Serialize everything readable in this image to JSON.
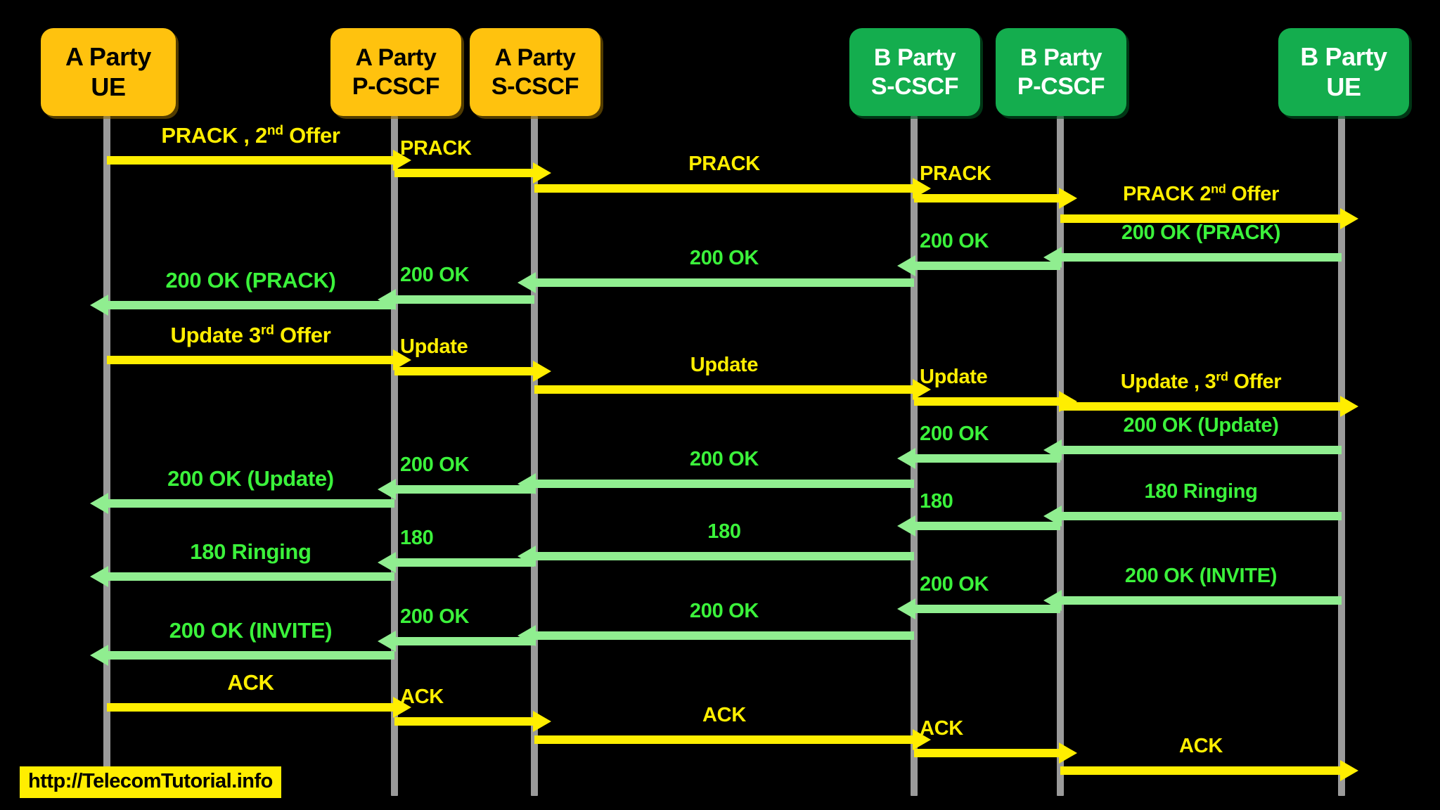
{
  "diagram": {
    "title": "IMS SIP Call Flow - PRACK / UPDATE / 180 / 200 OK / ACK",
    "background_color": "#000000",
    "lifeline_color": "#9a9a9a",
    "request_color": "#ffee00",
    "response_color": "#90ee90",
    "a_party_box_color": "#ffc20e",
    "b_party_box_color": "#14ad4e"
  },
  "actors": [
    {
      "id": "a-ue",
      "line1": "A Party",
      "line2": "UE",
      "side": "a"
    },
    {
      "id": "a-pcscf",
      "line1": "A Party",
      "line2": "P-CSCF",
      "side": "a"
    },
    {
      "id": "a-scscf",
      "line1": "A Party",
      "line2": "S-CSCF",
      "side": "a"
    },
    {
      "id": "b-scscf",
      "line1": "B Party",
      "line2": "S-CSCF",
      "side": "b"
    },
    {
      "id": "b-pcscf",
      "line1": "B Party",
      "line2": "P-CSCF",
      "side": "b"
    },
    {
      "id": "b-ue",
      "line1": "B Party",
      "line2": "UE",
      "side": "b"
    }
  ],
  "messages": [
    {
      "id": "m01",
      "text": "PRACK , 2",
      "sup": "nd",
      "text_after": " Offer",
      "kind": "request",
      "from": "a-ue",
      "to": "a-pcscf"
    },
    {
      "id": "m02",
      "text": "PRACK",
      "kind": "request",
      "from": "a-pcscf",
      "to": "a-scscf"
    },
    {
      "id": "m03",
      "text": "PRACK",
      "kind": "request",
      "from": "a-scscf",
      "to": "b-scscf"
    },
    {
      "id": "m04",
      "text": "PRACK",
      "kind": "request",
      "from": "b-scscf",
      "to": "b-pcscf"
    },
    {
      "id": "m05",
      "text": "PRACK 2",
      "sup": "nd",
      "text_after": " Offer",
      "kind": "request",
      "from": "b-pcscf",
      "to": "b-ue"
    },
    {
      "id": "m06",
      "text": "200 OK (PRACK)",
      "kind": "response",
      "from": "b-ue",
      "to": "b-pcscf"
    },
    {
      "id": "m07",
      "text": "200 OK",
      "kind": "response",
      "from": "b-pcscf",
      "to": "b-scscf"
    },
    {
      "id": "m08",
      "text": "200 OK",
      "kind": "response",
      "from": "b-scscf",
      "to": "a-scscf"
    },
    {
      "id": "m09",
      "text": "200 OK",
      "kind": "response",
      "from": "a-scscf",
      "to": "a-pcscf"
    },
    {
      "id": "m10",
      "text": "200 OK (PRACK)",
      "kind": "response",
      "from": "a-pcscf",
      "to": "a-ue"
    },
    {
      "id": "m11",
      "text": "Update 3",
      "sup": "rd",
      "text_after": " Offer",
      "kind": "request",
      "from": "a-ue",
      "to": "a-pcscf"
    },
    {
      "id": "m12",
      "text": "Update",
      "kind": "request",
      "from": "a-pcscf",
      "to": "a-scscf"
    },
    {
      "id": "m13",
      "text": "Update",
      "kind": "request",
      "from": "a-scscf",
      "to": "b-scscf"
    },
    {
      "id": "m14",
      "text": "Update",
      "kind": "request",
      "from": "b-scscf",
      "to": "b-pcscf"
    },
    {
      "id": "m15",
      "text": "Update , 3",
      "sup": "rd",
      "text_after": " Offer",
      "kind": "request",
      "from": "b-pcscf",
      "to": "b-ue"
    },
    {
      "id": "m16",
      "text": "200 OK (Update)",
      "kind": "response",
      "from": "b-ue",
      "to": "b-pcscf"
    },
    {
      "id": "m17",
      "text": "200 OK",
      "kind": "response",
      "from": "b-pcscf",
      "to": "b-scscf"
    },
    {
      "id": "m18",
      "text": "200 OK",
      "kind": "response",
      "from": "b-scscf",
      "to": "a-scscf"
    },
    {
      "id": "m19",
      "text": "200 OK",
      "kind": "response",
      "from": "a-scscf",
      "to": "a-pcscf"
    },
    {
      "id": "m20",
      "text": "200 OK (Update)",
      "kind": "response",
      "from": "a-pcscf",
      "to": "a-ue"
    },
    {
      "id": "m21",
      "text": "180 Ringing",
      "kind": "response",
      "from": "b-ue",
      "to": "b-pcscf"
    },
    {
      "id": "m22",
      "text": "180",
      "kind": "response",
      "from": "b-pcscf",
      "to": "b-scscf"
    },
    {
      "id": "m23",
      "text": "180",
      "kind": "response",
      "from": "b-scscf",
      "to": "a-scscf"
    },
    {
      "id": "m24",
      "text": "180",
      "kind": "response",
      "from": "a-scscf",
      "to": "a-pcscf"
    },
    {
      "id": "m25",
      "text": "180 Ringing",
      "kind": "response",
      "from": "a-pcscf",
      "to": "a-ue"
    },
    {
      "id": "m26",
      "text": "200 OK (INVITE)",
      "kind": "response",
      "from": "b-ue",
      "to": "b-pcscf"
    },
    {
      "id": "m27",
      "text": "200 OK",
      "kind": "response",
      "from": "b-pcscf",
      "to": "b-scscf"
    },
    {
      "id": "m28",
      "text": "200 OK",
      "kind": "response",
      "from": "b-scscf",
      "to": "a-scscf"
    },
    {
      "id": "m29",
      "text": "200 OK",
      "kind": "response",
      "from": "a-scscf",
      "to": "a-pcscf"
    },
    {
      "id": "m30",
      "text": "200 OK (INVITE)",
      "kind": "response",
      "from": "a-pcscf",
      "to": "a-ue"
    },
    {
      "id": "m31",
      "text": "ACK",
      "kind": "request",
      "from": "a-ue",
      "to": "a-pcscf"
    },
    {
      "id": "m32",
      "text": "ACK",
      "kind": "request",
      "from": "a-pcscf",
      "to": "a-scscf"
    },
    {
      "id": "m33",
      "text": "ACK",
      "kind": "request",
      "from": "a-scscf",
      "to": "b-scscf"
    },
    {
      "id": "m34",
      "text": "ACK",
      "kind": "request",
      "from": "b-scscf",
      "to": "b-pcscf"
    },
    {
      "id": "m35",
      "text": "ACK",
      "kind": "request",
      "from": "b-pcscf",
      "to": "b-ue"
    }
  ],
  "footer": {
    "url_label": "http://TelecomTutorial.info"
  }
}
